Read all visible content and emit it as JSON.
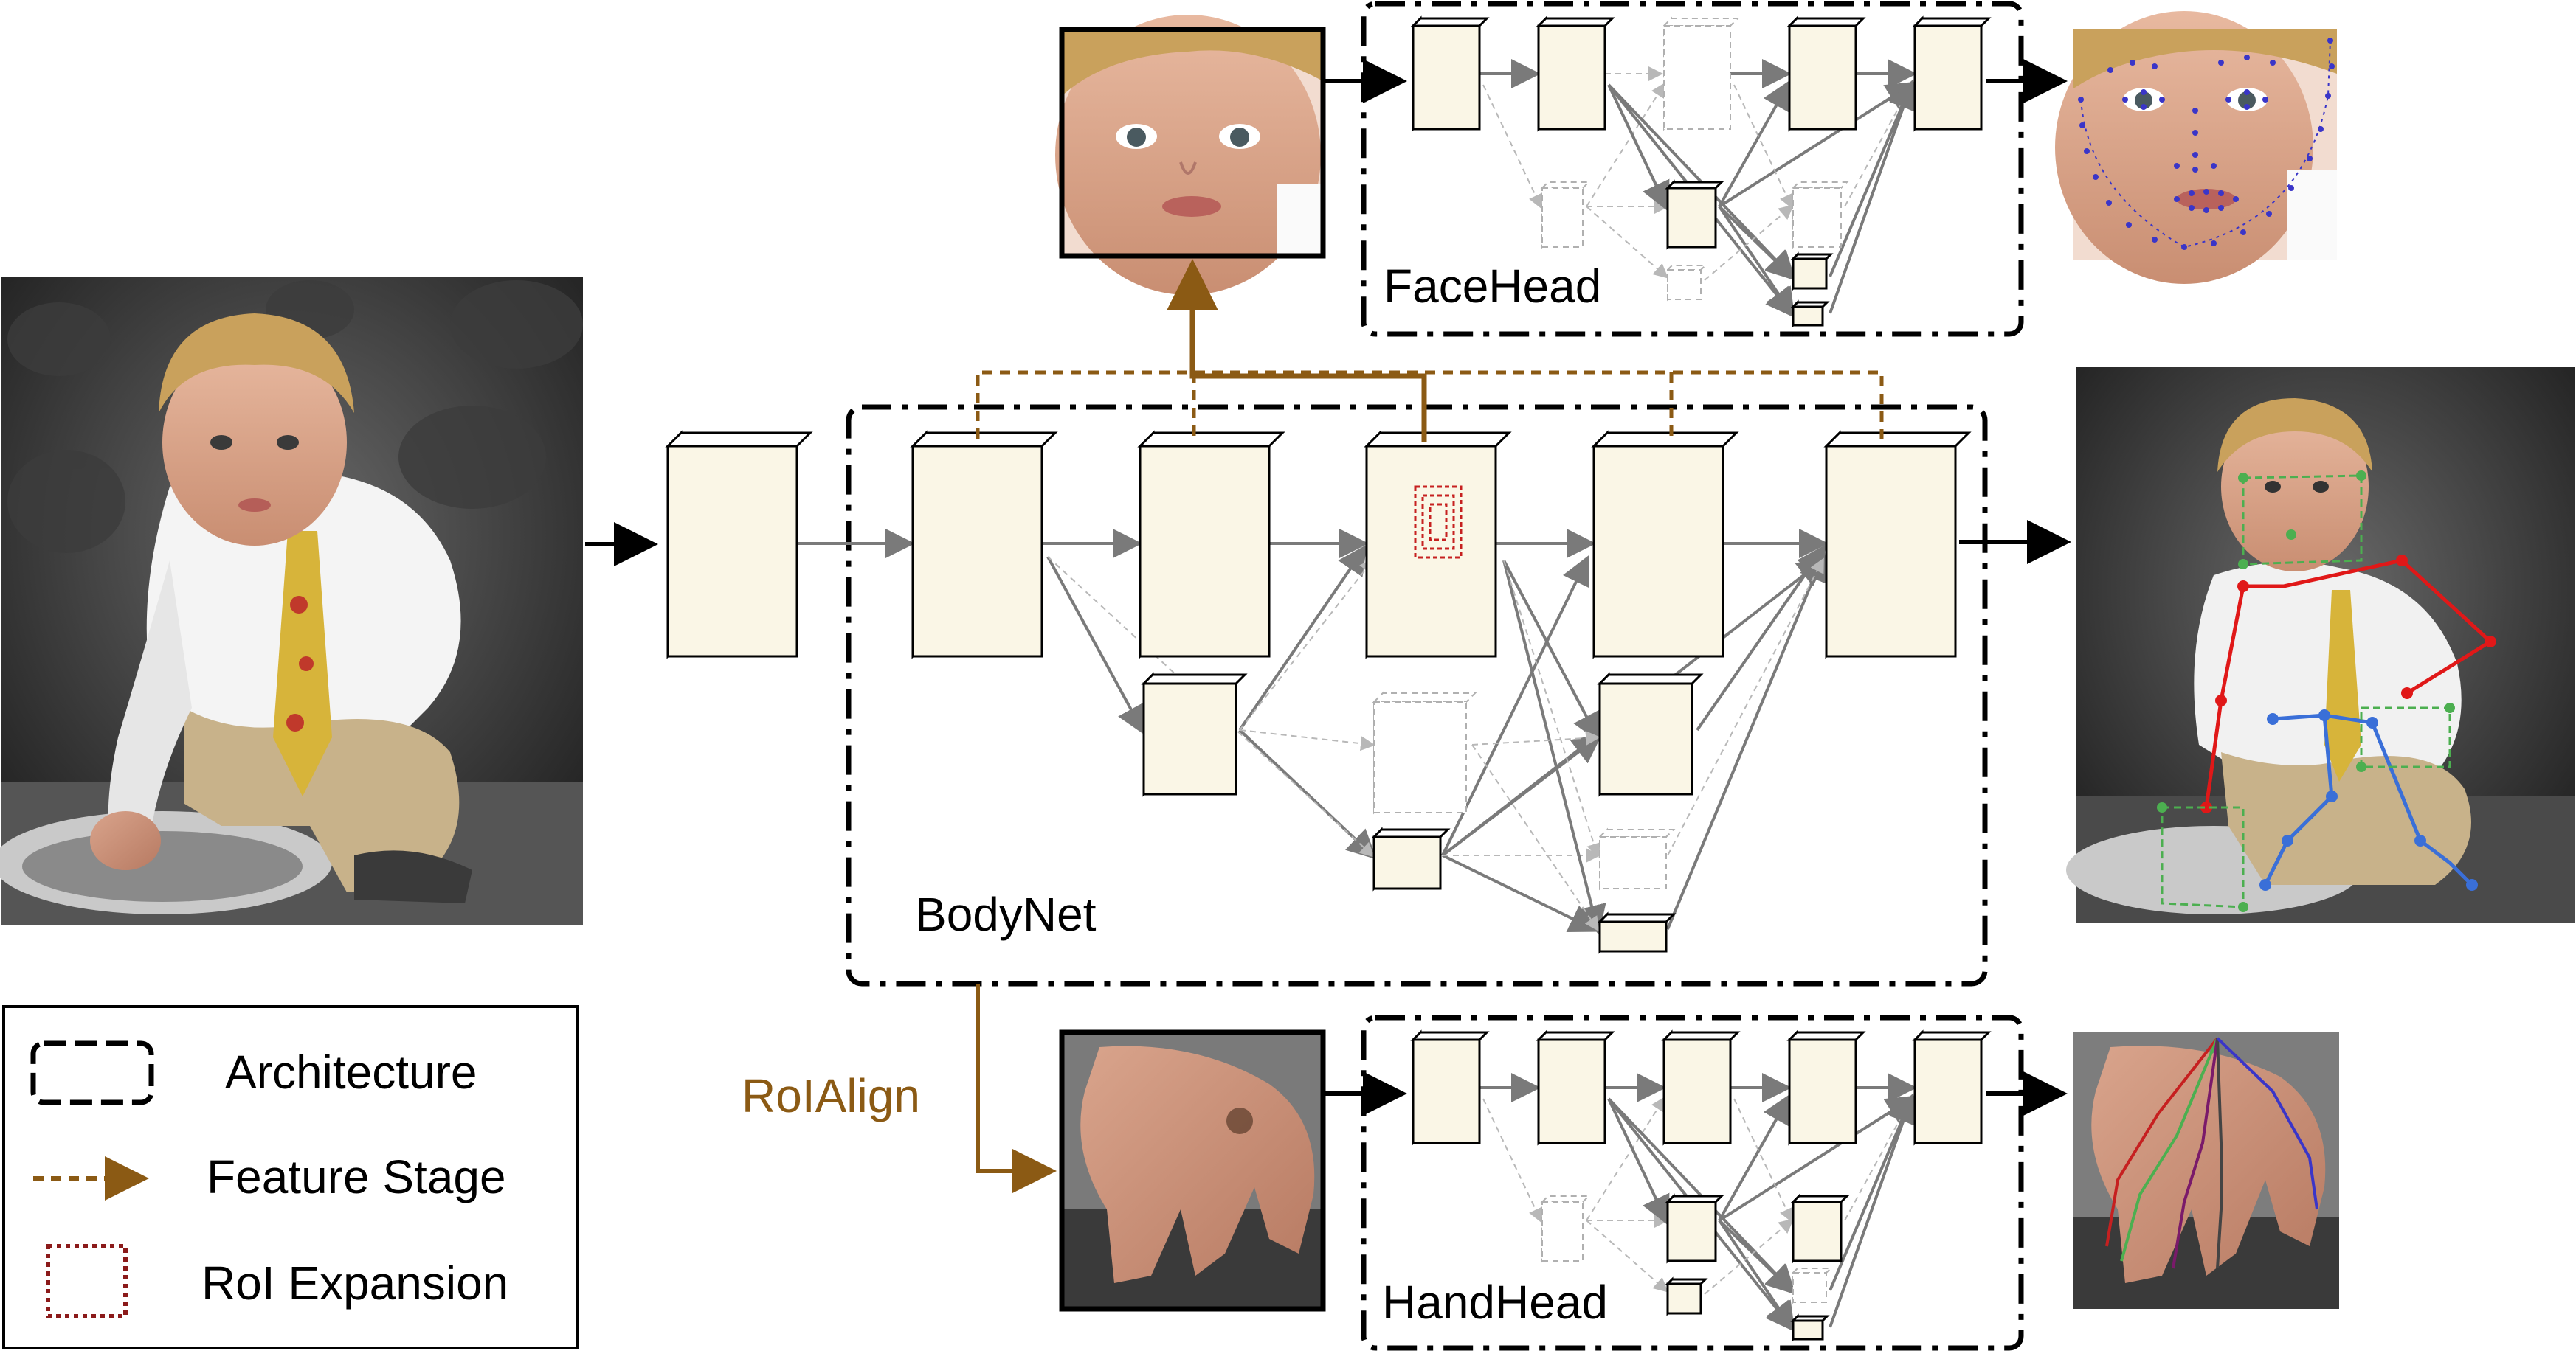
{
  "labels": {
    "face_head": "FaceHead",
    "body_net": "BodyNet",
    "hand_head": "HandHead",
    "roi_align": "RoIAlign"
  },
  "legend": {
    "architecture": "Architecture",
    "feature_stage": "Feature Stage",
    "roi_expansion": "RoI Expansion"
  },
  "colors": {
    "feature_block": "#faf6e6",
    "feature_side": "#e0d8b6",
    "feature_stage_line": "#8b5a14",
    "roi_expansion": "#c62020",
    "body_skeleton_arm": "#e01818",
    "body_skeleton_face": "#4caf50",
    "body_skeleton_leg": "#3a6fd8",
    "face_landmarks": "#3a35c8",
    "connector_gray": "#808080"
  },
  "images": [
    {
      "name": "input-photo-child",
      "content": "boy-in-garden-grayscale-background"
    },
    {
      "name": "face-crop",
      "content": "child-face"
    },
    {
      "name": "hand-crop",
      "content": "child-hand"
    },
    {
      "name": "face-output",
      "content": "face-with-landmarks"
    },
    {
      "name": "body-output",
      "content": "body-with-skeleton"
    },
    {
      "name": "hand-output",
      "content": "hand-with-keypoints"
    }
  ]
}
